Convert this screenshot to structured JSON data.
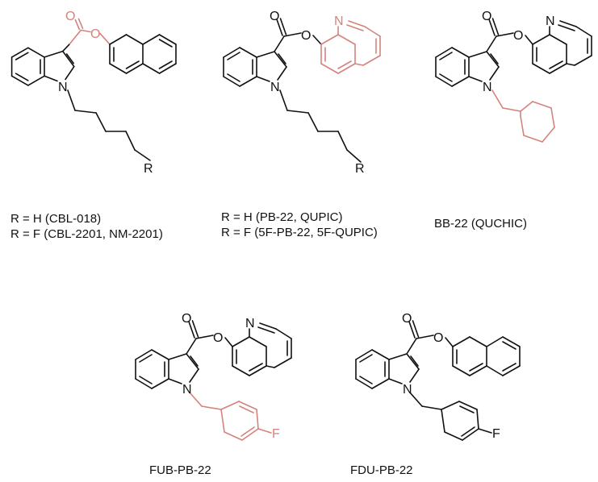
{
  "colors": {
    "ink": "#111111",
    "highlight": "#d4837d"
  },
  "atoms": {
    "oxygen": "O",
    "nitrogen": "N",
    "fluorine": "F",
    "rgroup": "R"
  },
  "compounds": [
    {
      "caption_lines": [
        "R = H (CBL-018)",
        "R = F (CBL-2201, NM-2201)"
      ]
    },
    {
      "caption_lines": [
        "R = H (PB-22, QUPIC)",
        "R = F (5F-PB-22, 5F-QUPIC)"
      ]
    },
    {
      "caption_lines": [
        "BB-22 (QUCHIC)"
      ]
    },
    {
      "caption_lines": [
        "FUB-PB-22"
      ]
    },
    {
      "caption_lines": [
        "FDU-PB-22"
      ]
    }
  ]
}
